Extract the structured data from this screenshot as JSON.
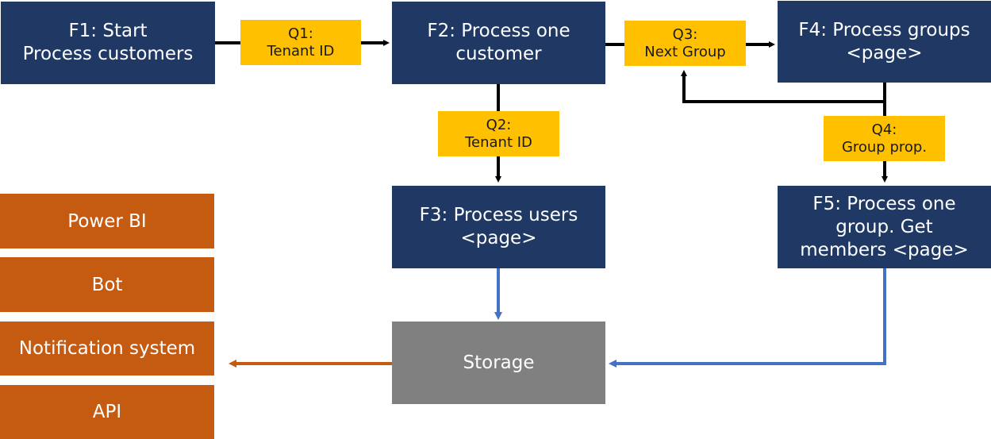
{
  "functions": {
    "f1": {
      "line1": "F1: Start",
      "line2": "Process customers"
    },
    "f2": {
      "line1": "F2: Process one",
      "line2": "customer"
    },
    "f3": {
      "line1": "F3: Process users",
      "line2": "<page>"
    },
    "f4": {
      "line1": "F4: Process groups",
      "line2": "<page>"
    },
    "f5": {
      "line1": "F5: Process one",
      "line2": "group. Get",
      "line3": "members <page>"
    }
  },
  "queues": {
    "q1": {
      "line1": "Q1:",
      "line2": "Tenant ID"
    },
    "q2": {
      "line1": "Q2:",
      "line2": "Tenant ID"
    },
    "q3": {
      "line1": "Q3:",
      "line2": "Next Group"
    },
    "q4": {
      "line1": "Q4:",
      "line2": "Group prop."
    }
  },
  "storage": {
    "label": "Storage"
  },
  "consumers": [
    "Power BI",
    "Bot",
    "Notification system",
    "API"
  ],
  "colors": {
    "function": "#1f3864",
    "queue": "#ffc000",
    "consumer": "#c55a11",
    "storage": "#808080",
    "control_edge": "#000000",
    "storage_edge": "#4472c4",
    "output_edge": "#c55a11"
  }
}
